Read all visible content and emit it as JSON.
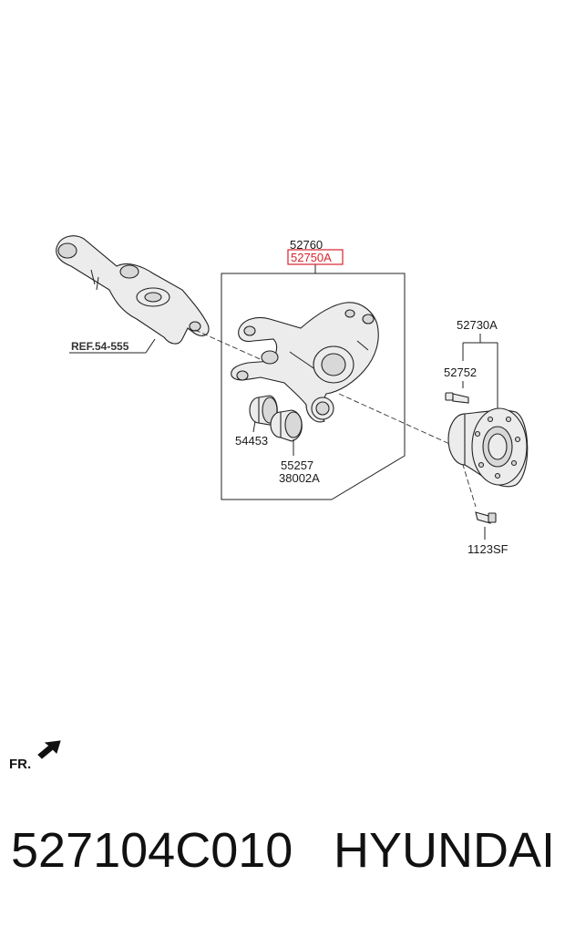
{
  "labels": {
    "assembly": "52760",
    "highlighted": "52750A",
    "ref": "REF.54-555",
    "hub_assembly": "52730A",
    "hub_bolt": "52752",
    "bushing_small": "54453",
    "bushing_large_1": "55257",
    "bushing_large_2": "38002A",
    "hub_screw": "1123SF",
    "front": "FR."
  },
  "colors": {
    "highlight": "#d9232d"
  },
  "footer": {
    "part_number": "527104C010",
    "brand": "HYUNDAI"
  }
}
